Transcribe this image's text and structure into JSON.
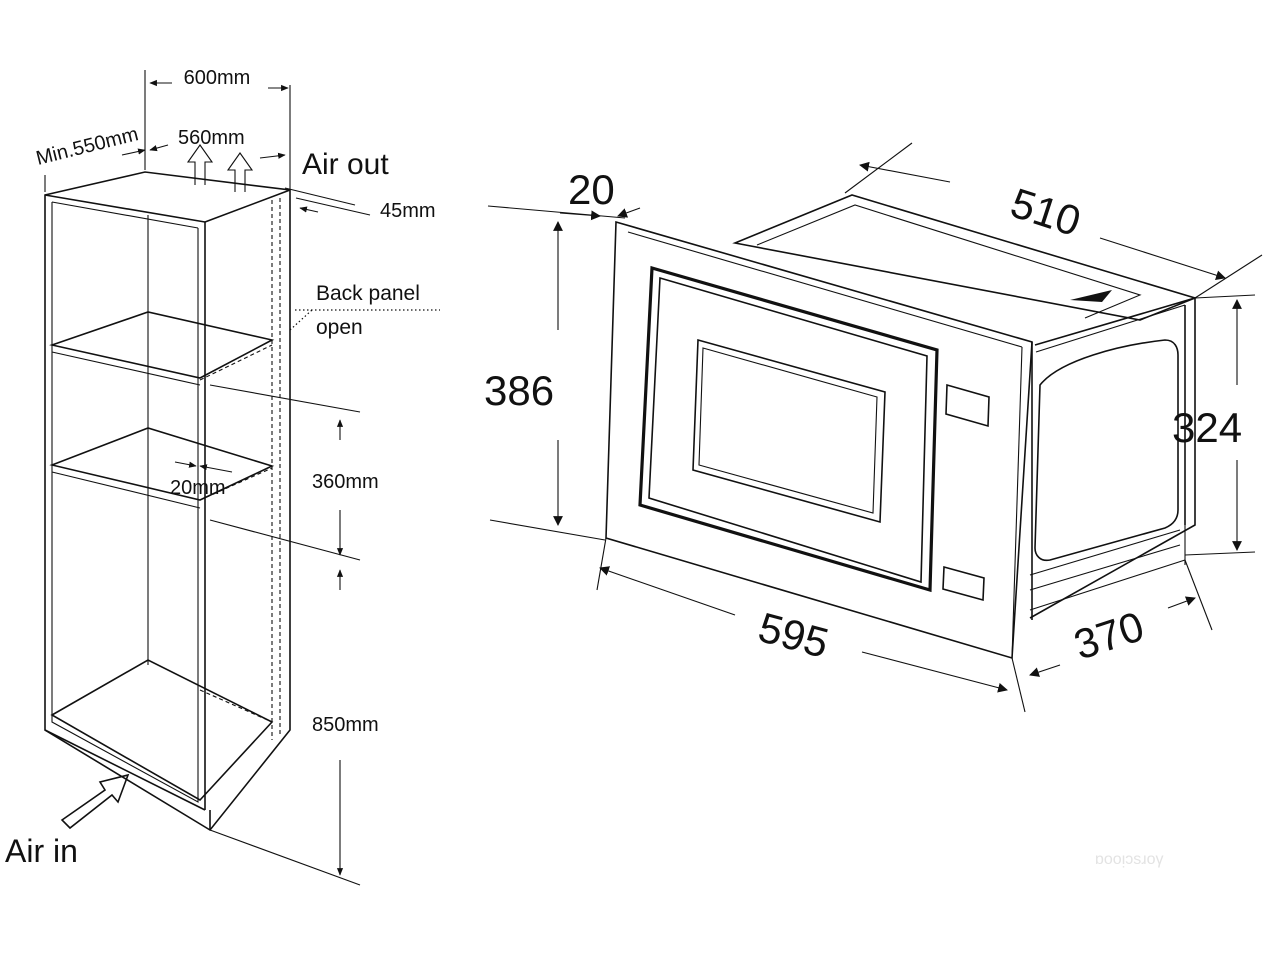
{
  "cabinet": {
    "labels": {
      "width_600": "600mm",
      "min_550": "Min.550mm",
      "width_560": "560mm",
      "air_out": "Air out",
      "gap_45": "45mm",
      "back_panel": "Back panel",
      "open": "open",
      "gap_20": "20mm",
      "height_360": "360mm",
      "height_850": "850mm",
      "air_in": "Air in"
    }
  },
  "microwave": {
    "labels": {
      "depth_20": "20",
      "height_386": "386",
      "depth_510": "510",
      "height_324": "324",
      "width_595": "595",
      "depth_370": "370"
    }
  },
  "watermark": "ɒooᴉɔsɹoγ"
}
